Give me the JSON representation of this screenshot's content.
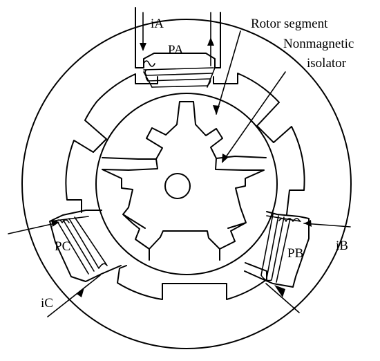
{
  "labels": {
    "phase_a": "PA",
    "phase_b": "PB",
    "phase_c": "PC",
    "current_a": "iA",
    "current_b": "iB",
    "current_c": "iC",
    "rotor_segment": "Rotor segment",
    "nonmagnetic_line1": "Nonmagnetic",
    "nonmagnetic_line2": "isolator"
  },
  "colors": {
    "ink": "#000000",
    "background": "#ffffff"
  }
}
